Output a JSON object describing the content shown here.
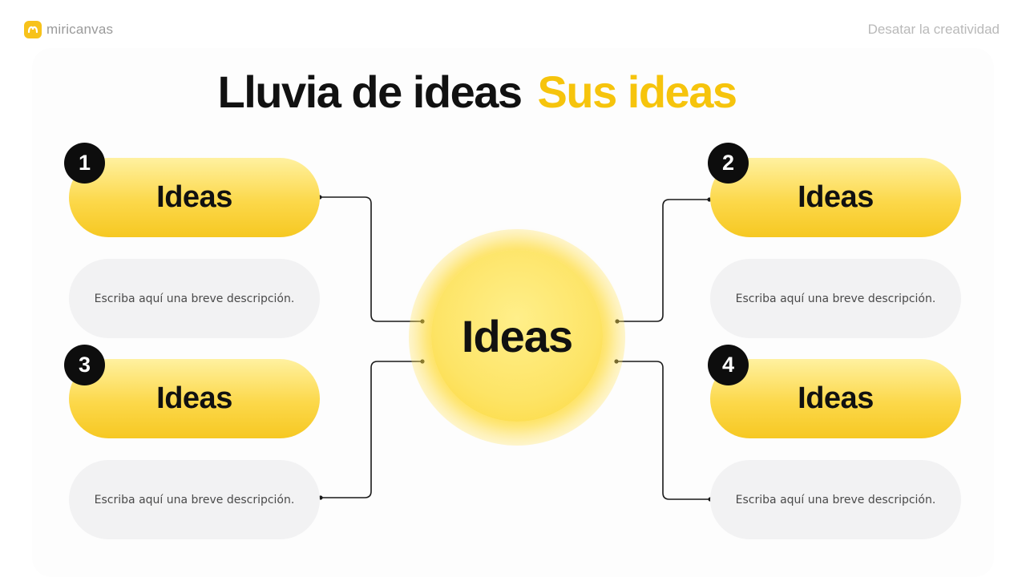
{
  "header": {
    "brand": "miricanvas",
    "tagline": "Desatar la creatividad"
  },
  "title": {
    "main": "Lluvia de ideas",
    "accent": "Sus ideas"
  },
  "center": {
    "label": "Ideas"
  },
  "nodes": [
    {
      "number": "1",
      "label": "Ideas",
      "description": "Escriba aquí una breve descripción."
    },
    {
      "number": "2",
      "label": "Ideas",
      "description": "Escriba aquí una breve descripción."
    },
    {
      "number": "3",
      "label": "Ideas",
      "description": "Escriba aquí una breve descripción."
    },
    {
      "number": "4",
      "label": "Ideas",
      "description": "Escriba aquí una breve descripción."
    }
  ],
  "colors": {
    "accent": "#f6c40c",
    "pill": "#fcd84a",
    "description_bg": "#f2f2f3",
    "badge": "#0d0d0d",
    "connector": "#1a1a1a"
  },
  "icons": {
    "logo": "smile-logo-icon"
  }
}
